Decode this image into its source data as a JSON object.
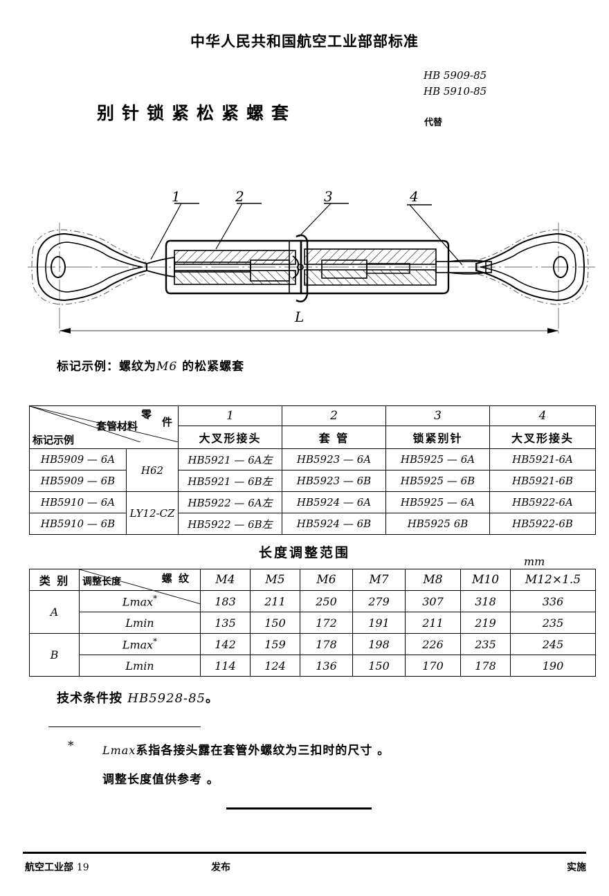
{
  "header": {
    "ministry_line": "中华人民共和国航空工业部部标准",
    "title": "别针锁紧松紧螺套",
    "std_no_1": "HB 5909-85",
    "std_no_2": "HB 5910-85",
    "replaces_label": "代替"
  },
  "drawing": {
    "callouts": [
      "1",
      "2",
      "3",
      "4"
    ],
    "dimension_label": "L"
  },
  "marking_example": {
    "label": "标记示例：",
    "prefix": "螺纹为",
    "thread": "M6",
    "suffix": "的松紧螺套"
  },
  "table1": {
    "corner": {
      "top_right_1": "零",
      "top_right_2": "件",
      "middle": "套管材料",
      "bottom_left": "标记示例"
    },
    "col_numbers": [
      "1",
      "2",
      "3",
      "4"
    ],
    "col_names": [
      "大叉形接头",
      "套  管",
      "锁紧别针",
      "大叉形接头"
    ],
    "materials": [
      "H62",
      "LY12-CZ"
    ],
    "rows": [
      {
        "mark": "HB5909 — 6A",
        "material": "H62",
        "c1": "HB5921  — 6A左",
        "c2": "HB5923 — 6A",
        "c3": "HB5925  — 6A",
        "c4": "HB5921-6A"
      },
      {
        "mark": "HB5909 — 6B",
        "material": "H62",
        "c1": "HB5921  — 6B左",
        "c2": "HB5923  — 6B",
        "c3": "HB5925  — 6B",
        "c4": "HB5921-6B"
      },
      {
        "mark": "HB5910 — 6A",
        "material": "LY12-CZ",
        "c1": "HB5922 — 6A左",
        "c2": "HB5924 — 6A",
        "c3": "HB5925  — 6A",
        "c4": "HB5922-6A"
      },
      {
        "mark": "HB5910 — 6B",
        "material": "LY12-CZ",
        "c1": "HB5922  — 6B左",
        "c2": "HB5924 — 6B",
        "c3": "HB5925    6B",
        "c4": "HB5922-6B"
      }
    ]
  },
  "table2": {
    "title": "长度调整范围",
    "unit": "mm",
    "corner": {
      "class_label": "类 别",
      "upper": "螺 纹",
      "lower": "调整长度"
    },
    "threads": [
      "M4",
      "M5",
      "M6",
      "M7",
      "M8",
      "M10",
      "M12×1.5"
    ],
    "rows": [
      {
        "class": "A",
        "measure": "Lmax",
        "starred": true,
        "values": [
          "183",
          "211",
          "250",
          "279",
          "307",
          "318",
          "336"
        ]
      },
      {
        "class": "A",
        "measure": "Lmin",
        "starred": false,
        "values": [
          "135",
          "150",
          "172",
          "191",
          "211",
          "219",
          "235"
        ]
      },
      {
        "class": "B",
        "measure": "Lmax",
        "starred": true,
        "values": [
          "142",
          "159",
          "178",
          "198",
          "226",
          "235",
          "245"
        ]
      },
      {
        "class": "B",
        "measure": "Lmin",
        "starred": false,
        "values": [
          "114",
          "124",
          "136",
          "150",
          "170",
          "178",
          "190"
        ]
      }
    ]
  },
  "notes": {
    "tech_prefix": "技术条件按",
    "tech_std": "HB5928-85",
    "tech_suffix": "。",
    "footnote_marker": "*",
    "footnote_line1_lat": "Lmax",
    "footnote_line1_cjk": "系指各接头露在套管外螺纹为三扣时的尺寸 。",
    "footnote_line2": "调整长度值供参考 。"
  },
  "footer": {
    "issuer": "航空工业部",
    "year": "19",
    "publish": "发布",
    "implement": "实施"
  }
}
